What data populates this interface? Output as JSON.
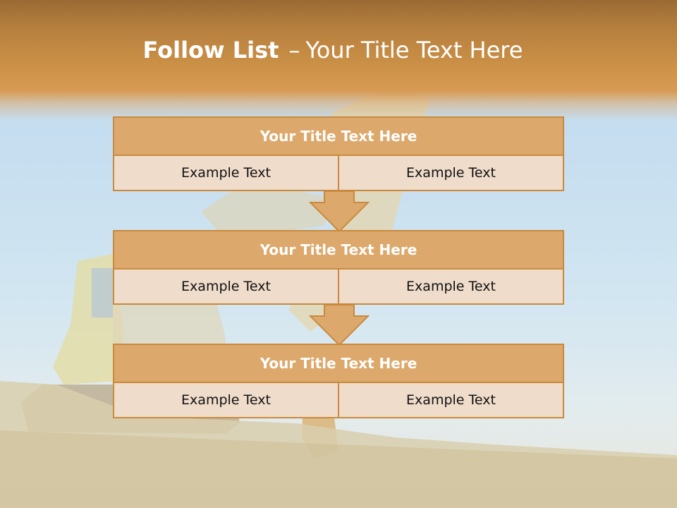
{
  "slide": {
    "title_bold": "Follow List",
    "title_separator": "–",
    "title_rest": "Your Title Text Here"
  },
  "flow": [
    {
      "title": "Your Title Text Here",
      "left": "Example Text",
      "right": "Example Text"
    },
    {
      "title": "Your Title Text Here",
      "left": "Example Text",
      "right": "Example Text"
    },
    {
      "title": "Your Title Text Here",
      "left": "Example Text",
      "right": "Example Text"
    }
  ],
  "colors": {
    "banner": "#cf9448",
    "header_fill": "#dda86b",
    "cell_fill": "#efdcca",
    "border": "#c98a3e"
  }
}
